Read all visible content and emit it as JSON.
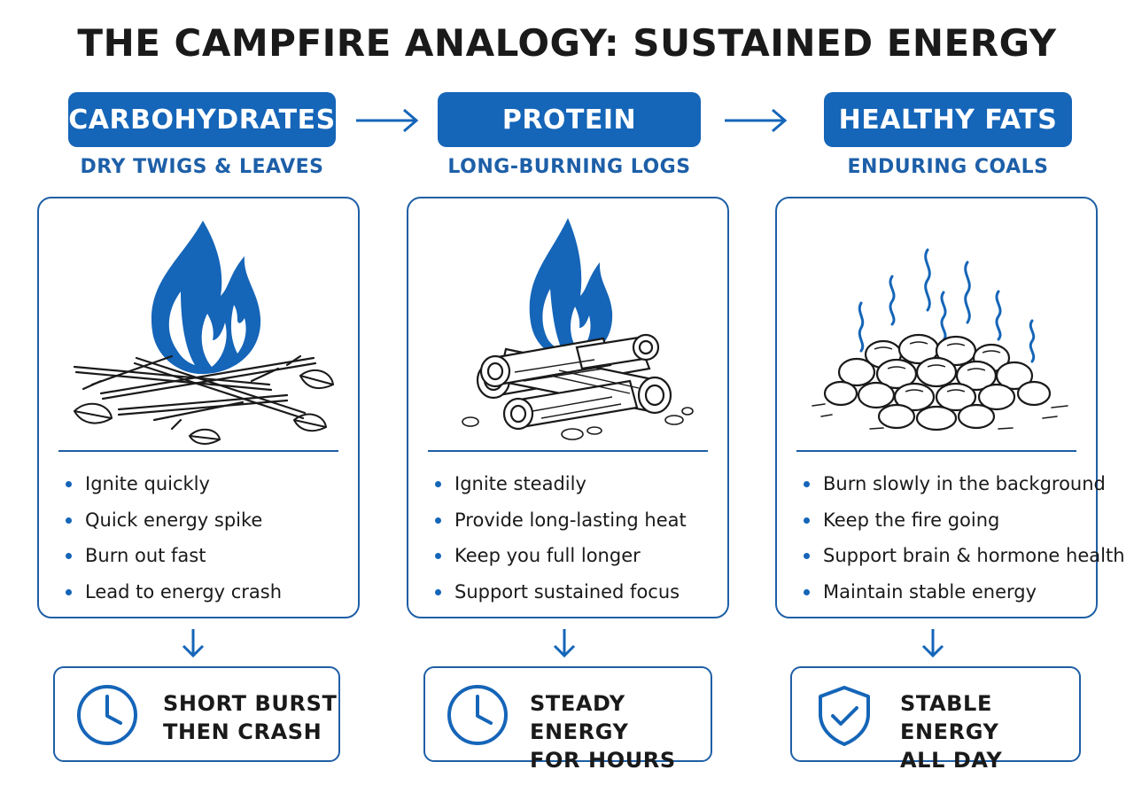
{
  "title": "THE CAMPFIRE ANALOGY: SUSTAINED ENERGY",
  "colors": {
    "accent": "#1565b8",
    "text": "#1a1a1a",
    "border": "#1f5fa6",
    "subtitle": "#1d5fa8"
  },
  "columns": [
    {
      "header": "CARBOHYDRATES",
      "subtitle": "DRY TWIGS & LEAVES",
      "illustration": "twig-fire-icon",
      "points": [
        "Ignite quickly",
        "Quick energy spike",
        "Burn out fast",
        "Lead to energy crash"
      ],
      "outcome_icon": "clock-icon",
      "outcome_line1": "SHORT BURST",
      "outcome_line2": "THEN CRASH"
    },
    {
      "header": "PROTEIN",
      "subtitle": "LONG-BURNING LOGS",
      "illustration": "log-fire-icon",
      "points": [
        "Ignite steadily",
        "Provide long-lasting heat",
        "Keep you full longer",
        "Support sustained focus"
      ],
      "outcome_icon": "clock-icon",
      "outcome_line1": "STEADY ENERGY",
      "outcome_line2": "FOR HOURS"
    },
    {
      "header": "HEALTHY FATS",
      "subtitle": "ENDURING COALS",
      "illustration": "coals-icon",
      "points": [
        "Burn slowly in the background",
        "Keep the fire going",
        "Support brain & hormone health",
        "Maintain stable energy"
      ],
      "outcome_icon": "shield-check-icon",
      "outcome_line1": "STABLE ENERGY",
      "outcome_line2": "ALL DAY"
    }
  ]
}
